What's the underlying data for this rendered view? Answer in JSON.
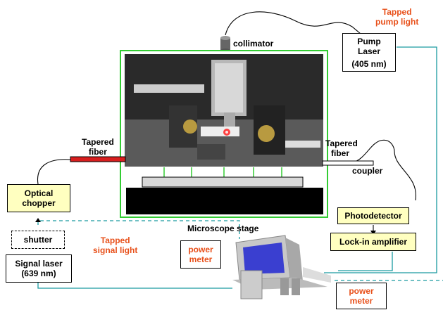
{
  "labels": {
    "tapped_pump": [
      "Tapped",
      "pump light"
    ],
    "collimator": "collimator",
    "pump_laser": [
      "Pump",
      "Laser",
      "(405 nm)"
    ],
    "tapered_fiber_left": [
      "Tapered",
      "fiber"
    ],
    "tapered_fiber_right": [
      "Tapered",
      "fiber"
    ],
    "coupler": "coupler",
    "optical_chopper": [
      "Optical",
      "chopper"
    ],
    "microscope_stage": "Microscope stage",
    "photodetector": "Photodetector",
    "lockin": "Lock-in amplifier",
    "shutter": "shutter",
    "tapped_signal": [
      "Tapped",
      "signal light"
    ],
    "power_meter_1": [
      "power",
      "meter"
    ],
    "signal_laser": [
      "Signal laser",
      "(639 nm)"
    ],
    "power_meter_2": [
      "power",
      "meter"
    ]
  },
  "colors": {
    "accent_orange": "#e8501a",
    "fiber_red": "#d81e1e",
    "teal_line": "#1a9aa0",
    "green_frame": "#33cc33",
    "box_yellow": "#ffffc0"
  }
}
